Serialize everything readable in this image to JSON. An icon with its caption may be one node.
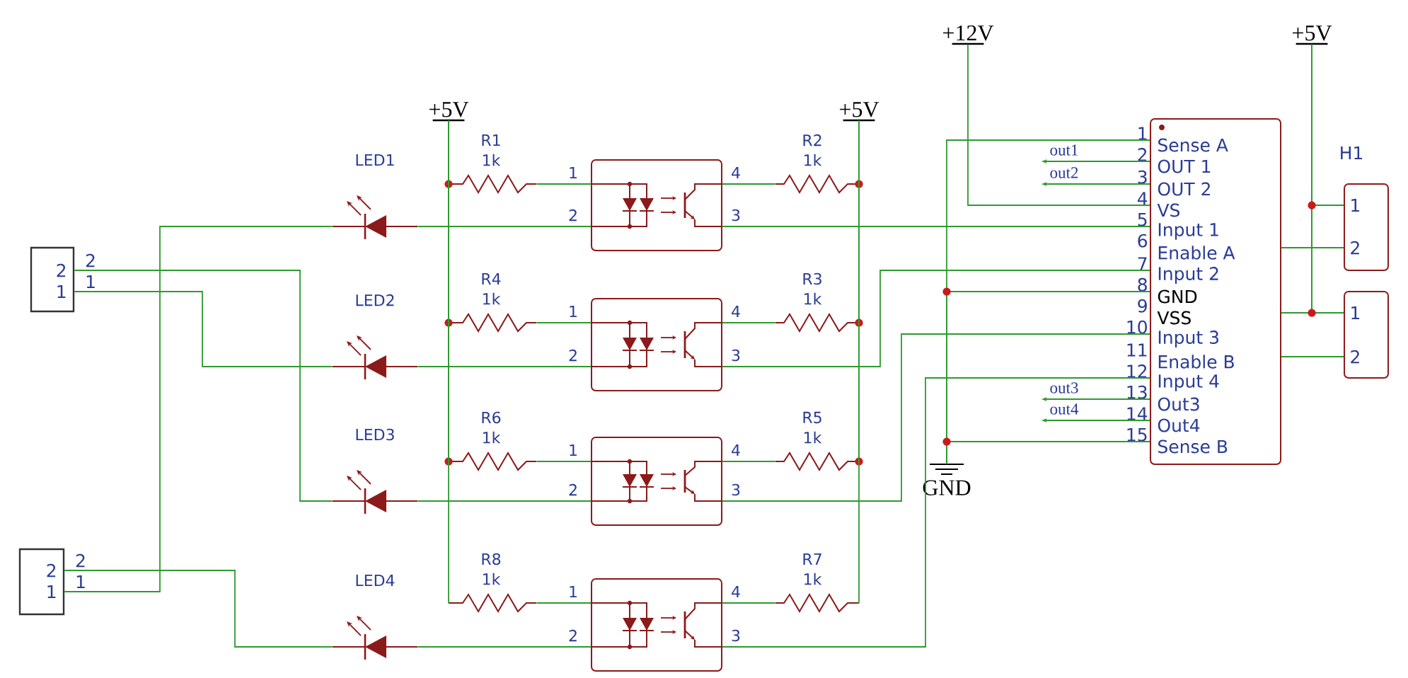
{
  "diagram": {
    "nodes": [
      {
        "text": [
          "+12V"
        ]
      },
      {
        "text": [
          "+5V"
        ]
      },
      {
        "text": [
          "+5V"
        ]
      },
      {
        "text": [
          "+5V"
        ]
      },
      {
        "text": [
          "LED1"
        ]
      },
      {
        "text": [
          "R1",
          "1k"
        ]
      },
      {
        "text": [],
        "shape": "box",
        "beside": [
          "1",
          "4",
          "2",
          "3"
        ]
      },
      {
        "text": [
          "R2",
          "1k"
        ]
      },
      {
        "text": [
          "Sense A",
          "OUT 1",
          "OUT 2",
          "VS",
          "Input 1",
          "Enable A",
          "Input 2",
          "GND",
          "VSS",
          "Input 3",
          "Enable B",
          "Input 4",
          "Out3",
          "Out4",
          "Sense B"
        ],
        "beside": [
          "1",
          "2",
          "3",
          "4",
          "5",
          "6",
          "7",
          "8",
          "9",
          "10",
          "11",
          "12",
          "13",
          "14",
          "15"
        ]
      },
      {
        "text": [
          "H1",
          "1",
          "2"
        ]
      },
      {
        "text": [
          "2",
          "1"
        ],
        "beside": [
          "2",
          "1"
        ]
      },
      {
        "text": [
          "LED2"
        ]
      },
      {
        "text": [
          "R4",
          "1k"
        ]
      },
      {
        "text": [],
        "shape": "box",
        "beside": [
          "1",
          "4",
          "2",
          "3"
        ]
      },
      {
        "text": [
          "R3",
          "1k"
        ]
      },
      {
        "text": [
          "1",
          "2"
        ]
      },
      {
        "text": [
          "LED3"
        ]
      },
      {
        "text": [
          "R6",
          "1k"
        ]
      },
      {
        "text": [],
        "shape": "box",
        "beside": [
          "1",
          "4",
          "2",
          "3"
        ]
      },
      {
        "text": [
          "R5",
          "1k"
        ]
      },
      {
        "text": [
          "GND"
        ]
      },
      {
        "text": [
          "2",
          "1"
        ],
        "beside": [
          "2",
          "1"
        ]
      },
      {
        "text": [
          "LED4"
        ]
      },
      {
        "text": [
          "R8",
          "1k"
        ]
      },
      {
        "text": [],
        "shape": "box",
        "beside": [
          "1",
          "4",
          "2",
          "3"
        ]
      },
      {
        "text": [
          "R7",
          "1k"
        ]
      }
    ],
    "edges": [
      {
        "from": 2,
        "to": 5,
        "arrow": "none"
      },
      {
        "from": 2,
        "to": 12,
        "arrow": "none"
      },
      {
        "from": 2,
        "to": 17,
        "arrow": "none"
      },
      {
        "from": 2,
        "to": 23,
        "arrow": "none"
      },
      {
        "from": 3,
        "to": 7,
        "arrow": "none"
      },
      {
        "from": 3,
        "to": 14,
        "arrow": "none"
      },
      {
        "from": 3,
        "to": 19,
        "arrow": "none"
      },
      {
        "from": 3,
        "to": 25,
        "arrow": "none"
      },
      {
        "from": 21,
        "to": 4,
        "arrow": "none"
      },
      {
        "from": 10,
        "to": 11,
        "arrow": "none"
      },
      {
        "from": 10,
        "to": 16,
        "arrow": "none"
      },
      {
        "from": 21,
        "to": 22,
        "arrow": "none"
      },
      {
        "from": 5,
        "to": 6,
        "arrow": "none"
      },
      {
        "from": 4,
        "to": 6,
        "arrow": "none"
      },
      {
        "from": 6,
        "to": 7,
        "arrow": "none"
      },
      {
        "from": 6,
        "to": 8,
        "arrow": "none"
      },
      {
        "from": 12,
        "to": 13,
        "arrow": "none"
      },
      {
        "from": 11,
        "to": 13,
        "arrow": "none"
      },
      {
        "from": 13,
        "to": 14,
        "arrow": "none"
      },
      {
        "from": 13,
        "to": 8,
        "arrow": "none"
      },
      {
        "from": 17,
        "to": 18,
        "arrow": "none"
      },
      {
        "from": 16,
        "to": 18,
        "arrow": "none"
      },
      {
        "from": 18,
        "to": 19,
        "arrow": "none"
      },
      {
        "from": 18,
        "to": 8,
        "arrow": "none"
      },
      {
        "from": 23,
        "to": 24,
        "arrow": "none"
      },
      {
        "from": 22,
        "to": 24,
        "arrow": "none"
      },
      {
        "from": 24,
        "to": 25,
        "arrow": "none"
      },
      {
        "from": 24,
        "to": 8,
        "arrow": "none"
      },
      {
        "from": 0,
        "to": 8,
        "arrow": "none"
      },
      {
        "from": 8,
        "to": 20,
        "arrow": "none"
      },
      {
        "from": 8,
        "to": 20,
        "arrow": "none"
      },
      {
        "from": 8,
        "to": 20,
        "arrow": "none"
      },
      {
        "from": 8,
        "to": null,
        "arrow": "to",
        "label": "out1"
      },
      {
        "from": 8,
        "to": null,
        "arrow": "to",
        "label": "out2"
      },
      {
        "from": 8,
        "to": null,
        "arrow": "to",
        "label": "out3"
      },
      {
        "from": 8,
        "to": null,
        "arrow": "to",
        "label": "out4"
      },
      {
        "from": 8,
        "to": 9,
        "arrow": "none"
      },
      {
        "from": 8,
        "to": 15,
        "arrow": "none"
      },
      {
        "from": 1,
        "to": 9,
        "arrow": "none"
      },
      {
        "from": 1,
        "to": 15,
        "arrow": "none"
      },
      {
        "from": 1,
        "to": 8,
        "arrow": "none"
      }
    ]
  }
}
